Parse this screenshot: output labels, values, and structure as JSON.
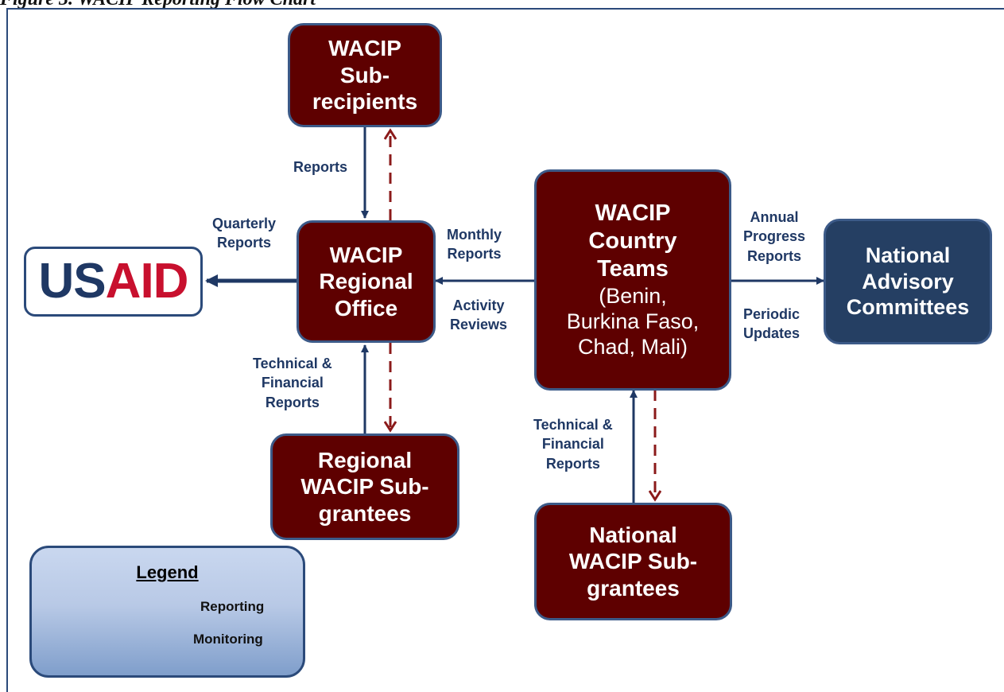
{
  "caption": "Figure 3. WACIP Reporting Flow Chart",
  "nodes": {
    "subrecipients": [
      "WACIP",
      "Sub-",
      "recipients"
    ],
    "regional_office": [
      "WACIP",
      "Regional",
      "Office"
    ],
    "country_teams_title": [
      "WACIP",
      "Country",
      "Teams"
    ],
    "country_teams_list": [
      "(Benin,",
      "Burkina Faso,",
      "Chad, Mali)"
    ],
    "national_advisory": [
      "National",
      "Advisory",
      "Committees"
    ],
    "regional_subgrantees": [
      "Regional",
      "WACIP Sub-",
      "grantees"
    ],
    "national_subgrantees": [
      "National",
      "WACIP Sub-",
      "grantees"
    ]
  },
  "usaid": {
    "part1": "US",
    "part2": "AID"
  },
  "labels": {
    "reports": "Reports",
    "quarterly_reports": [
      "Quarterly",
      "Reports"
    ],
    "monthly_reports": [
      "Monthly",
      "Reports"
    ],
    "activity_reviews": [
      "Activity",
      "Reviews"
    ],
    "annual_progress_reports": [
      "Annual",
      "Progress",
      "Reports"
    ],
    "periodic_updates": [
      "Periodic",
      "Updates"
    ],
    "tech_fin_reports_left": [
      "Technical &",
      "Financial",
      "Reports"
    ],
    "tech_fin_reports_right": [
      "Technical &",
      "Financial",
      "Reports"
    ]
  },
  "legend": {
    "title": "Legend",
    "reporting": "Reporting",
    "monitoring": "Monitoring"
  },
  "colors": {
    "maroon": "#5e0000",
    "navy_box": "#253f63",
    "reporting_arrow": "#1f3864",
    "monitoring_arrow": "#8b1a1a",
    "usaid_blue": "#1f3864",
    "usaid_red": "#c8102e"
  }
}
